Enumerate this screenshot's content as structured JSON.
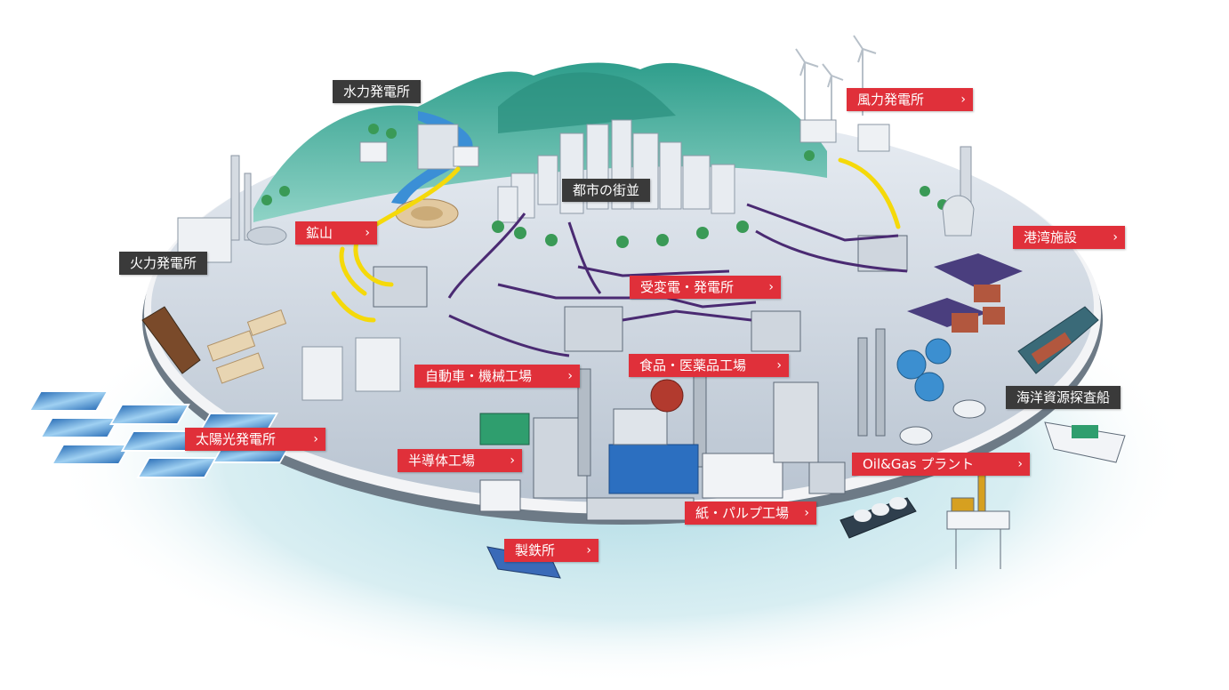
{
  "labels": {
    "hydro": "水力発電所",
    "city": "都市の街並",
    "wind": "風力発電所",
    "mine": "鉱山",
    "thermal": "火力発電所",
    "port": "港湾施設",
    "substation": "受変電・発電所",
    "auto": "自動車・機械工場",
    "food": "食品・医薬品工場",
    "marine": "海洋資源探査船",
    "solar": "太陽光発電所",
    "semi": "半導体工場",
    "oilgas": "Oil&Gas プラント",
    "paper": "紙・パルプ工場",
    "steel": "製鉄所"
  },
  "colors": {
    "link_tag": "#e0303a",
    "static_tag": "#3a3a3a",
    "power_line": "#f5d90a",
    "network_line": "#4a2a72",
    "mountain": "#3fae9c"
  },
  "icons": {
    "link_arrow": "chevron-right-icon"
  }
}
